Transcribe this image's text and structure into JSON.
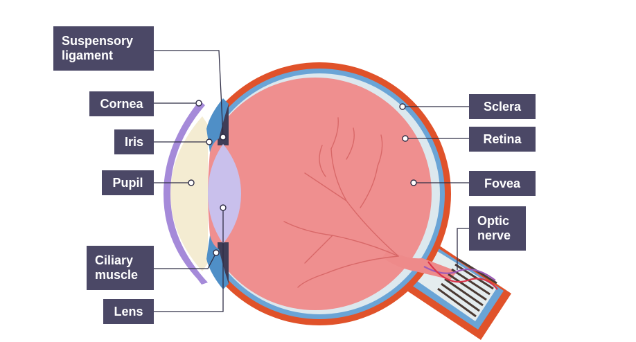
{
  "labels": {
    "suspensory_ligament": "Suspensory\nligament",
    "cornea": "Cornea",
    "iris": "Iris",
    "pupil": "Pupil",
    "ciliary_muscle": "Ciliary\nmuscle",
    "lens": "Lens",
    "sclera": "Sclera",
    "retina": "Retina",
    "fovea": "Fovea",
    "optic_nerve": "Optic\nnerve"
  },
  "colors": {
    "label_bg": "#4b4866",
    "sclera": "#e0522a",
    "retina": "#6aa4d6",
    "vitreous": "#ef8f8f",
    "lens": "#c9c0ec",
    "cornea": "#a58ad9",
    "aqueous": "#f4ecd2"
  }
}
